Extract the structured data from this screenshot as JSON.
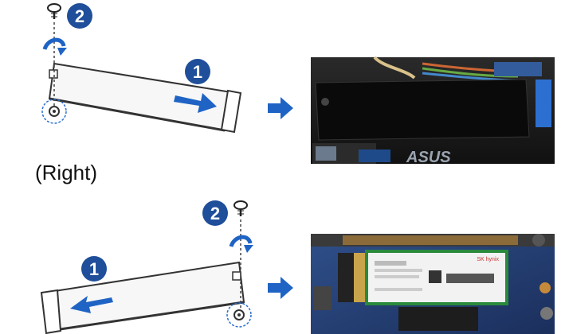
{
  "steps": {
    "slide": "1",
    "screw": "2"
  },
  "section_label": "(Right)",
  "photo_text": {
    "brand": "ASUS",
    "ssd_brand": "SK hynix"
  },
  "colors": {
    "step_badge": "#1f4e9a",
    "arrow": "#1f64c4",
    "ssd_fill": "#f7f7f7",
    "ssd_stroke": "#333333"
  },
  "icons": [
    "screw-icon",
    "rotate-arrow-icon",
    "right-arrow-icon",
    "left-arrow-icon",
    "flow-arrow-icon"
  ]
}
